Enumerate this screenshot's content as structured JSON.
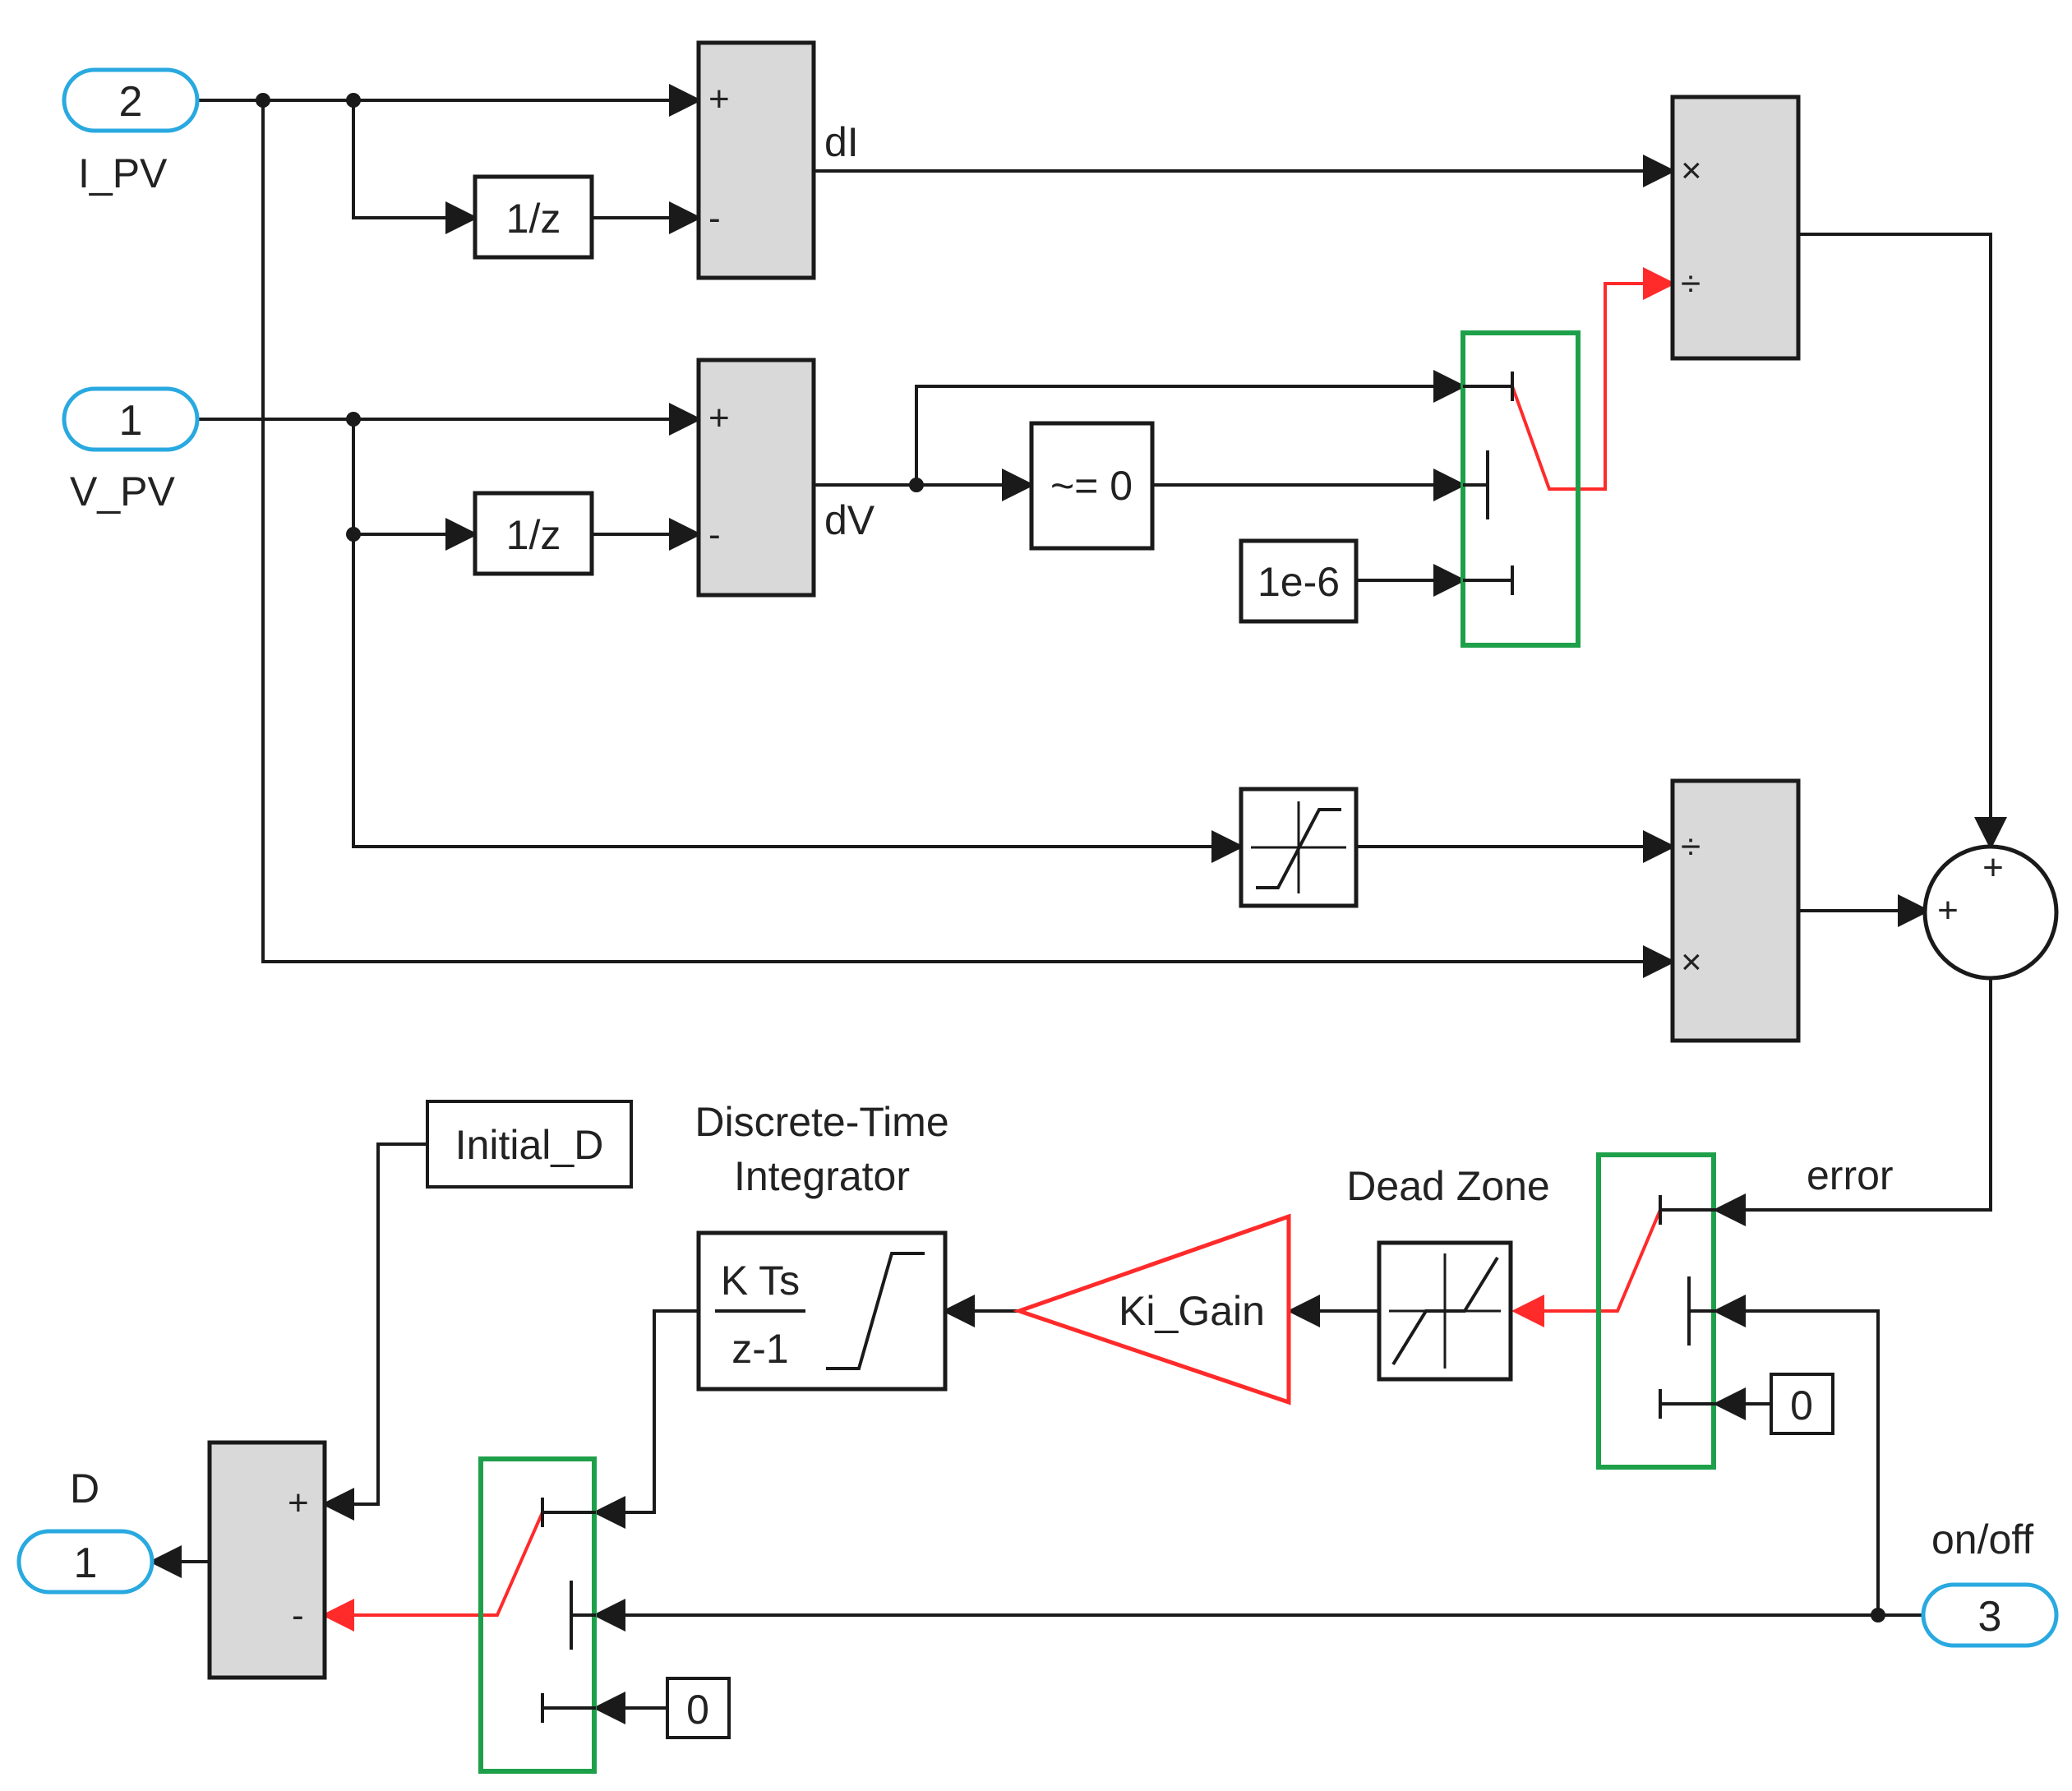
{
  "inports": [
    {
      "num": "2",
      "label": "I_PV"
    },
    {
      "num": "1",
      "label": "V_PV"
    },
    {
      "num": "3",
      "label": "on/off"
    }
  ],
  "outport": {
    "num": "1",
    "label": "D"
  },
  "delays": [
    "1/z",
    "1/z"
  ],
  "signals": {
    "dI": "dI",
    "dV": "dV",
    "error": "error"
  },
  "compare_block": "~= 0",
  "constants": {
    "eps": "1e-6",
    "zero_a": "0",
    "zero_b": "0"
  },
  "initial_block": "Initial_D",
  "integrator": {
    "title_line1": "Discrete-Time",
    "title_line2": "Integrator",
    "num": "K Ts",
    "den": "z-1"
  },
  "gain": "Ki_Gain",
  "dead_zone_title": "Dead Zone",
  "signs": {
    "plus": "+",
    "minus": "-",
    "times": "×",
    "divide": "÷"
  },
  "colors": {
    "wire": "#1a1a1a",
    "highlight": "#ff2a2a",
    "switch_frame": "#1ea04a",
    "port": "#29a9e0",
    "block_fill": "#d9d9d9"
  }
}
